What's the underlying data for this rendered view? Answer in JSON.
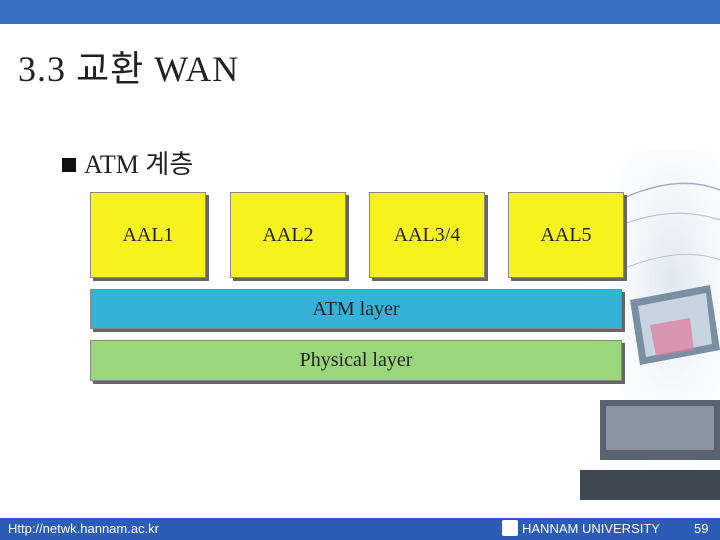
{
  "slide": {
    "title": "3.3 교환 WAN",
    "bullet": "ATM 계층"
  },
  "diagram": {
    "aal_boxes": [
      "AAL1",
      "AAL2",
      "AAL3/4",
      "AAL5"
    ],
    "atm_layer": "ATM layer",
    "physical_layer": "Physical layer"
  },
  "footer": {
    "url": "Http://netwk.hannam.ac.kr",
    "university": "HANNAM UNIVERSITY",
    "page": "59"
  },
  "colors": {
    "aal": "#f7f21e",
    "atm": "#35b2d8",
    "physical": "#99d67c",
    "bar": "#2c5cb8"
  }
}
